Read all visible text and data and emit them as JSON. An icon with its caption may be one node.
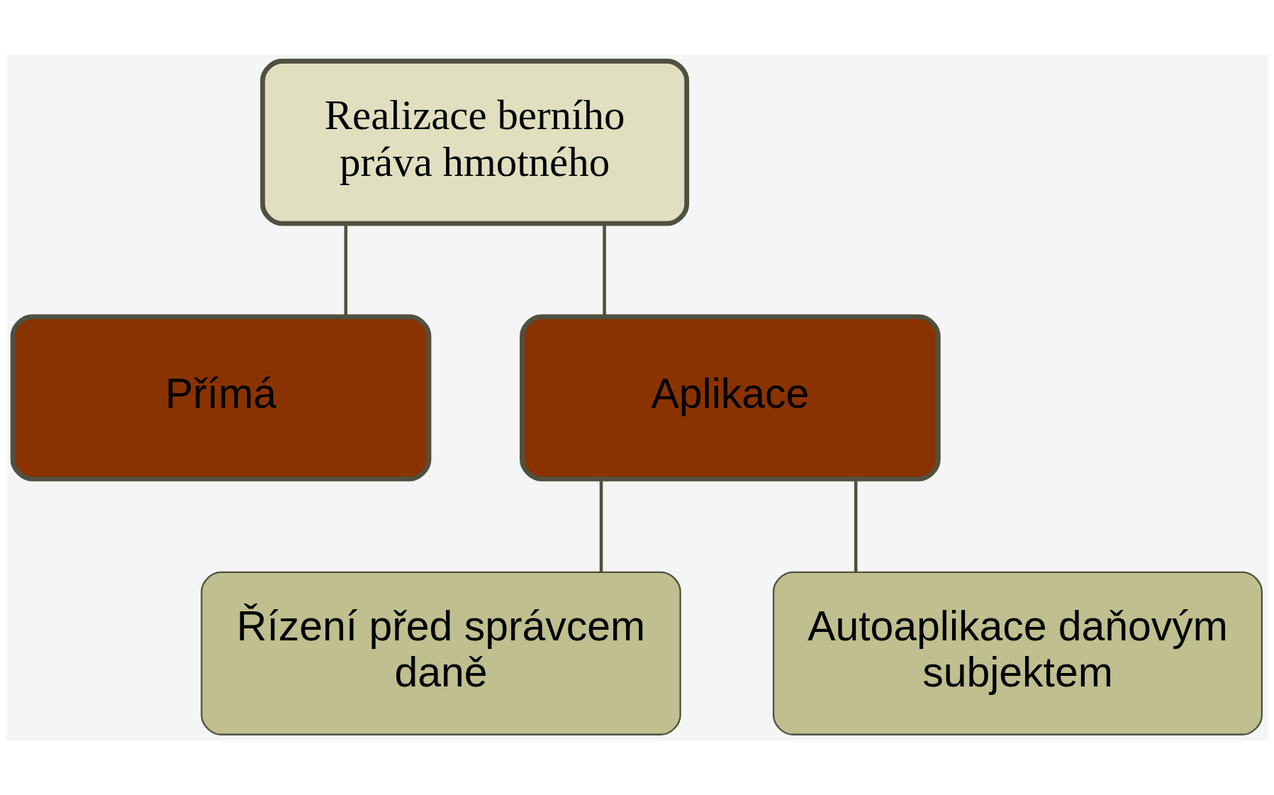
{
  "diagram": {
    "nodes": [
      {
        "text": [
          "Realizace berního práva hmotného"
        ]
      },
      {
        "text": [
          "Přímá"
        ]
      },
      {
        "text": [
          "Aplikace"
        ]
      },
      {
        "text": [
          "Řízení před správcem daně"
        ]
      },
      {
        "text": [
          "Autoaplikace daňovým subjektem"
        ]
      }
    ],
    "edges": [
      {
        "from": 0,
        "to": 1,
        "arrow": "none"
      },
      {
        "from": 0,
        "to": 2,
        "arrow": "none"
      },
      {
        "from": 2,
        "to": 3,
        "arrow": "none"
      },
      {
        "from": 2,
        "to": 4,
        "arrow": "none"
      }
    ]
  }
}
